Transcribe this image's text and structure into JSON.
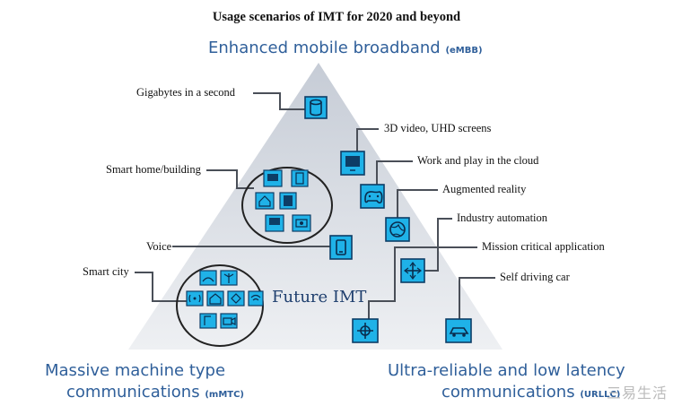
{
  "title": "Usage scenarios of IMT for 2020 and beyond",
  "top": {
    "name": "Enhanced mobile broadband",
    "abbr": "(eMBB)"
  },
  "left": {
    "line1": "Massive machine type",
    "line2": "communications",
    "abbr": "(mMTC)"
  },
  "right": {
    "line1": "Ultra-reliable and low latency",
    "line2": "communications",
    "abbr": "(URLLC)"
  },
  "center": "Future IMT",
  "labels": {
    "gigabytes": "Gigabytes in a second",
    "video": "3D video, UHD screens",
    "cloud": "Work and play in the cloud",
    "ar": "Augmented reality",
    "industry": "Industry automation",
    "mission": "Mission critical application",
    "car": "Self driving car",
    "smarthome": "Smart home/building",
    "voice": "Voice",
    "smartcity": "Smart city"
  },
  "icons": {
    "gigabytes": "database-icon",
    "video": "monitor-icon",
    "cloud": "gamepad-icon",
    "ar": "globe-icon",
    "industry": "arrows-icon",
    "mission": "crosshair-icon",
    "car": "car-icon",
    "voice": "phone-icon"
  },
  "colors": {
    "icon_fill": "#1fb2e8",
    "icon_stroke": "#0d3d66",
    "triangle_top": "#c6ccd6",
    "triangle_bottom": "#eef0f3",
    "heading": "#2f5f9a"
  },
  "watermark": "三易生活"
}
